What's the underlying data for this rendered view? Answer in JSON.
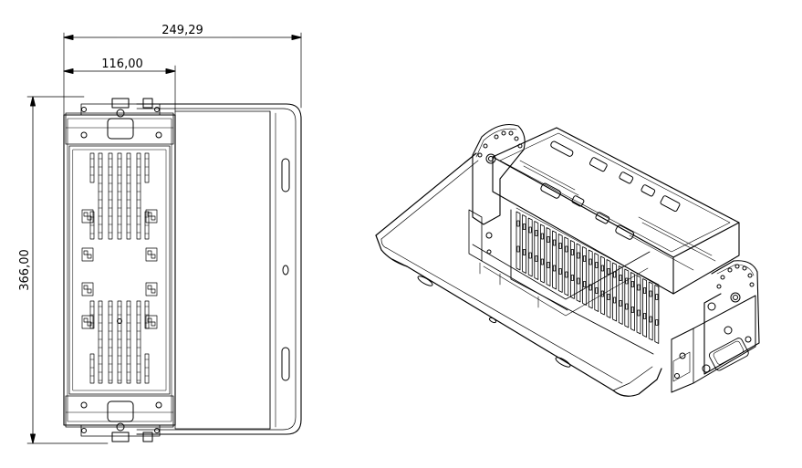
{
  "dimensions": {
    "overall_width": "249,29",
    "body_width": "116,00",
    "height": "366,00"
  },
  "colors": {
    "line": "#000000",
    "background": "#ffffff"
  }
}
